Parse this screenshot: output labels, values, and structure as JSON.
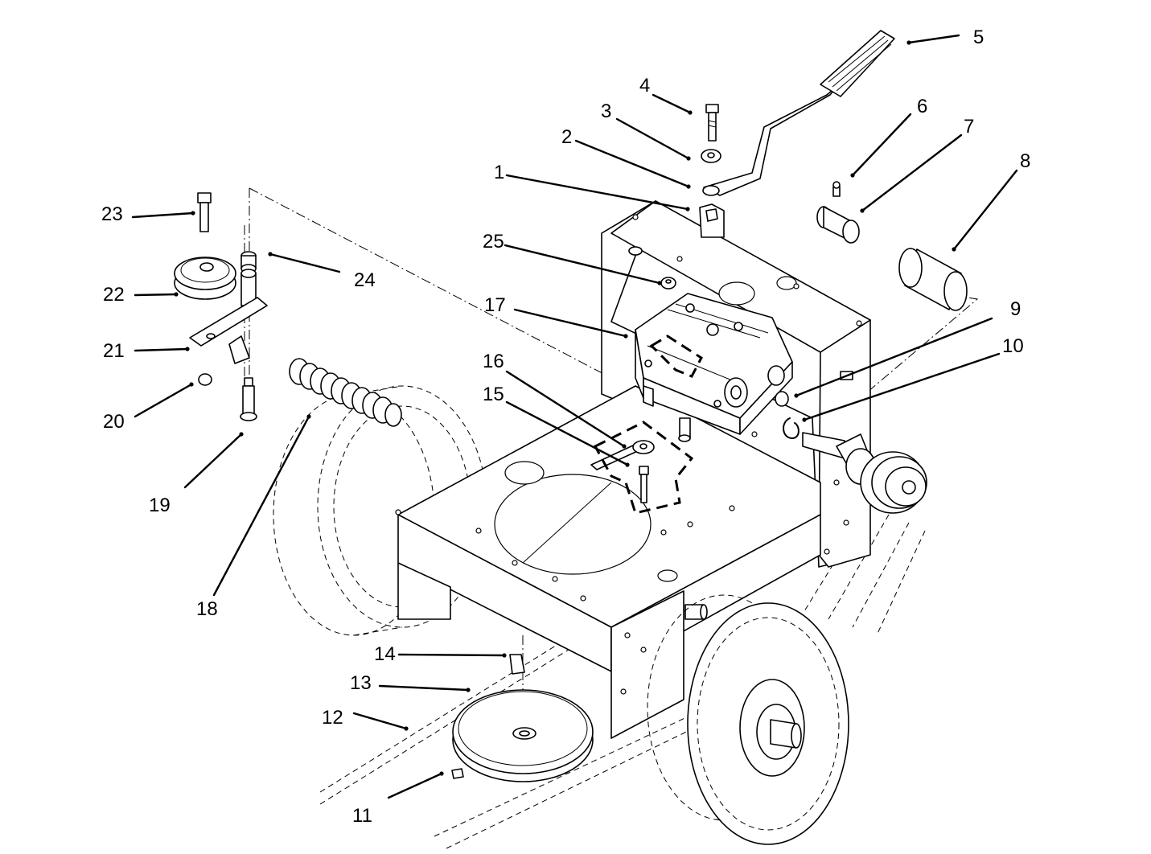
{
  "diagram": {
    "callouts": [
      {
        "num": "1"
      },
      {
        "num": "2"
      },
      {
        "num": "3"
      },
      {
        "num": "4"
      },
      {
        "num": "5"
      },
      {
        "num": "6"
      },
      {
        "num": "7"
      },
      {
        "num": "8"
      },
      {
        "num": "9"
      },
      {
        "num": "10"
      },
      {
        "num": "11"
      },
      {
        "num": "12"
      },
      {
        "num": "13"
      },
      {
        "num": "14"
      },
      {
        "num": "15"
      },
      {
        "num": "16"
      },
      {
        "num": "17"
      },
      {
        "num": "18"
      },
      {
        "num": "19"
      },
      {
        "num": "20"
      },
      {
        "num": "21"
      },
      {
        "num": "22"
      },
      {
        "num": "23"
      },
      {
        "num": "24"
      },
      {
        "num": "25"
      }
    ]
  },
  "colors": {
    "ink": "#000000",
    "paper": "#ffffff"
  }
}
